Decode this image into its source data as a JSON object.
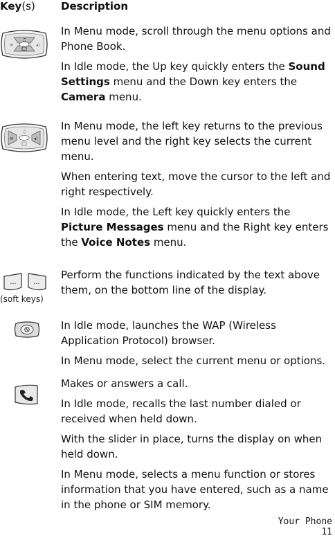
{
  "header": {
    "key_label": "Key",
    "key_suffix": "(s)",
    "description_label": "Description"
  },
  "rows": [
    {
      "icon": "nav-key-updown-icon",
      "p1": "In Menu mode, scroll through the menu options and Phone Book.",
      "p2_a": "In Idle mode, the Up key quickly enters the ",
      "p2_b": "Sound Settings",
      "p2_c": " menu and the Down key enters the ",
      "p2_d": "Camera",
      "p2_e": " menu."
    },
    {
      "icon": "nav-key-leftright-icon",
      "p1": "In Menu mode, the left key returns to the previous menu level and the right key selects the current menu.",
      "p2": "When entering text, move the cursor to the left and right respectively.",
      "p3_a": "In Idle mode, the Left key quickly enters the ",
      "p3_b": "Picture Messages",
      "p3_c": " menu and the Right key enters the ",
      "p3_d": "Voice Notes",
      "p3_e": " menu."
    },
    {
      "icon": "soft-keys-icon",
      "caption": "(soft keys)",
      "p1": "Perform the functions indicated by the text above them, on the bottom line of the display."
    },
    {
      "icon": "wap-key-icon",
      "p1": "In Idle mode, launches the WAP (Wireless Application Protocol) browser.",
      "p2": "In Menu mode, select the current menu or options."
    },
    {
      "icon": "call-key-icon",
      "p1": "Makes or answers a call.",
      "p2": "In Idle mode, recalls the last number dialed or received when held down.",
      "p3": "With the slider in place, turns the display on when held down.",
      "p4": "In Menu mode, selects a menu function or stores information that you have entered, such as a name in the phone or SIM memory."
    }
  ],
  "footer": {
    "section": "Your Phone",
    "page_number": "11"
  }
}
